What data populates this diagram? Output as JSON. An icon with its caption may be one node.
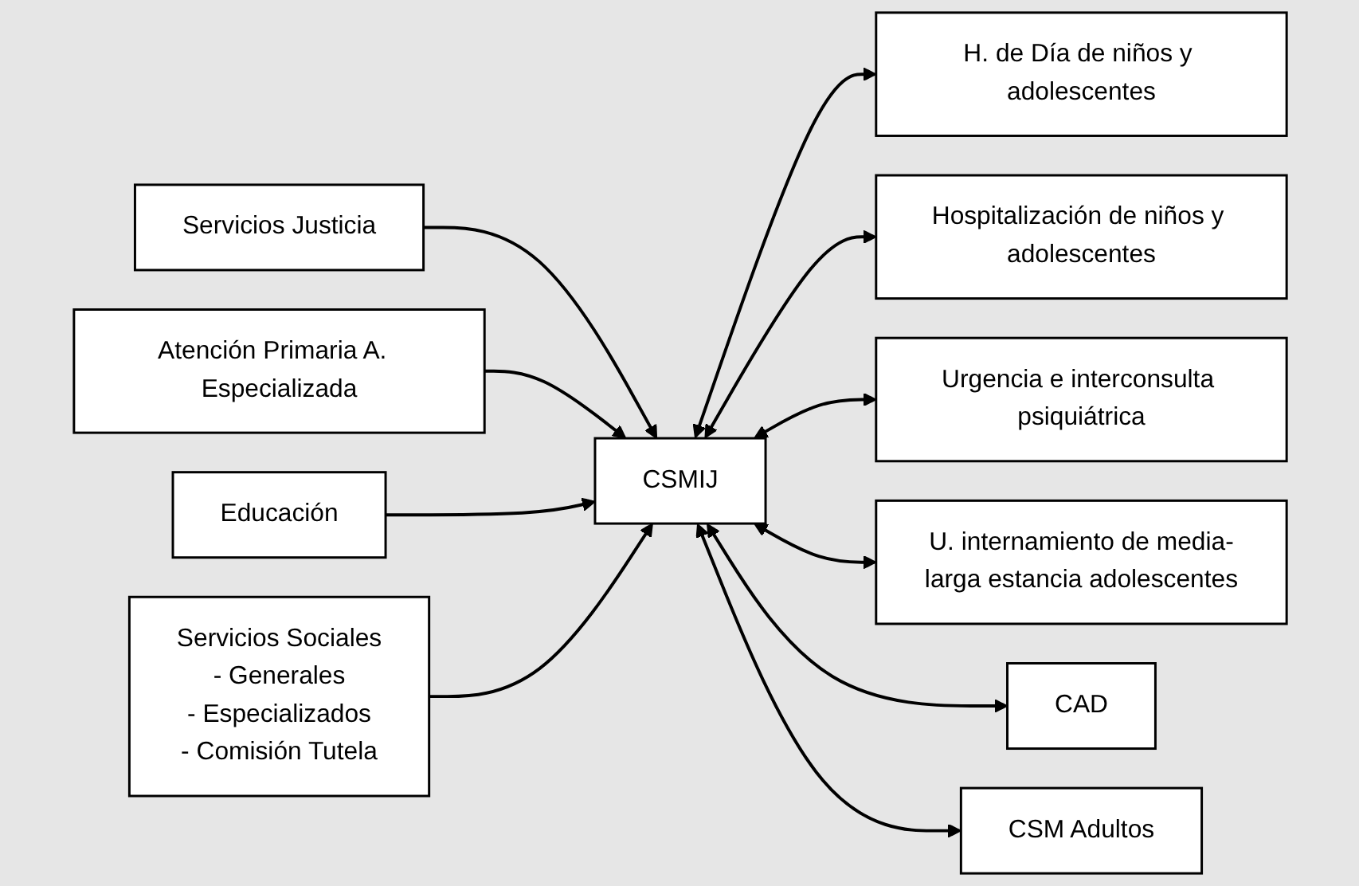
{
  "diagram": {
    "nodes": [
      {
        "text": [
          "Servicios  Justicia"
        ]
      },
      {
        "text": [
          "Atención Primaria A.  Especializada"
        ]
      },
      {
        "text": [
          "Educación"
        ]
      },
      {
        "text": [
          "Servicios Sociales",
          "- Generales",
          "- Especializados",
          "- Comisión Tutela"
        ]
      },
      {
        "text": [
          "CSMIJ"
        ]
      },
      {
        "text": [
          "CAD"
        ]
      },
      {
        "text": [
          "CSM Adultos"
        ]
      },
      {
        "text": [
          "H. de Día de niños y adolescentes"
        ]
      },
      {
        "text": [
          "Hospitalización de niños y adolescentes"
        ]
      },
      {
        "text": [
          "Urgencia e interconsulta psiquiátrica"
        ]
      },
      {
        "text": [
          "U. internamiento de media-larga estancia adolescentes"
        ]
      }
    ],
    "edges": [
      {
        "from": 0,
        "to": 4,
        "arrow": "to"
      },
      {
        "from": 1,
        "to": 4,
        "arrow": "to"
      },
      {
        "from": 2,
        "to": 4,
        "arrow": "to"
      },
      {
        "from": 3,
        "to": 4,
        "arrow": "to"
      },
      {
        "from": 4,
        "to": 7,
        "arrow": "both"
      },
      {
        "from": 4,
        "to": 8,
        "arrow": "both"
      },
      {
        "from": 4,
        "to": 9,
        "arrow": "both"
      },
      {
        "from": 4,
        "to": 10,
        "arrow": "both"
      },
      {
        "from": 4,
        "to": 5,
        "arrow": "both"
      },
      {
        "from": 4,
        "to": 6,
        "arrow": "both"
      }
    ]
  }
}
